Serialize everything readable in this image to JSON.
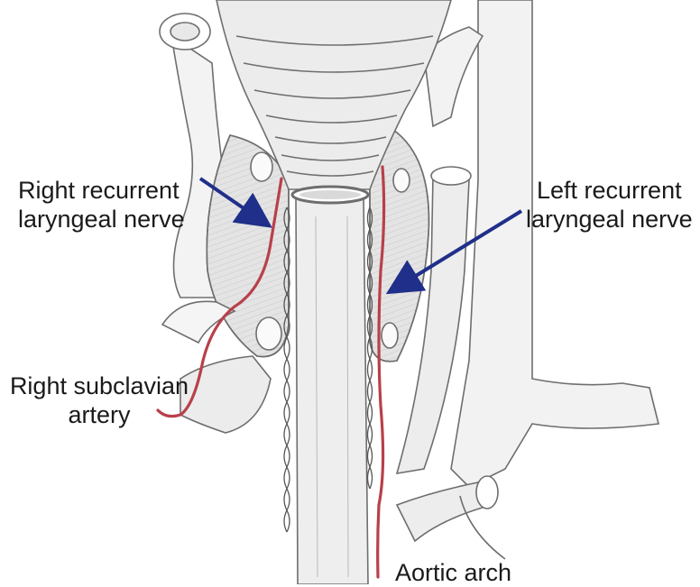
{
  "labels": {
    "right_recurrent": {
      "line1": "Right recurrent",
      "line2": "laryngeal nerve"
    },
    "left_recurrent": {
      "line1": "Left recurrent",
      "line2": "laryngeal nerve"
    },
    "right_subclavian": {
      "line1": "Right subclavian",
      "line2": "artery"
    },
    "aortic_arch": {
      "line1": "Aortic arch"
    }
  },
  "colors": {
    "nerve": "#b8404a",
    "arrow": "#1f2f8a",
    "sketch": "#6e6e6e",
    "shade": "#dcdcdc"
  }
}
